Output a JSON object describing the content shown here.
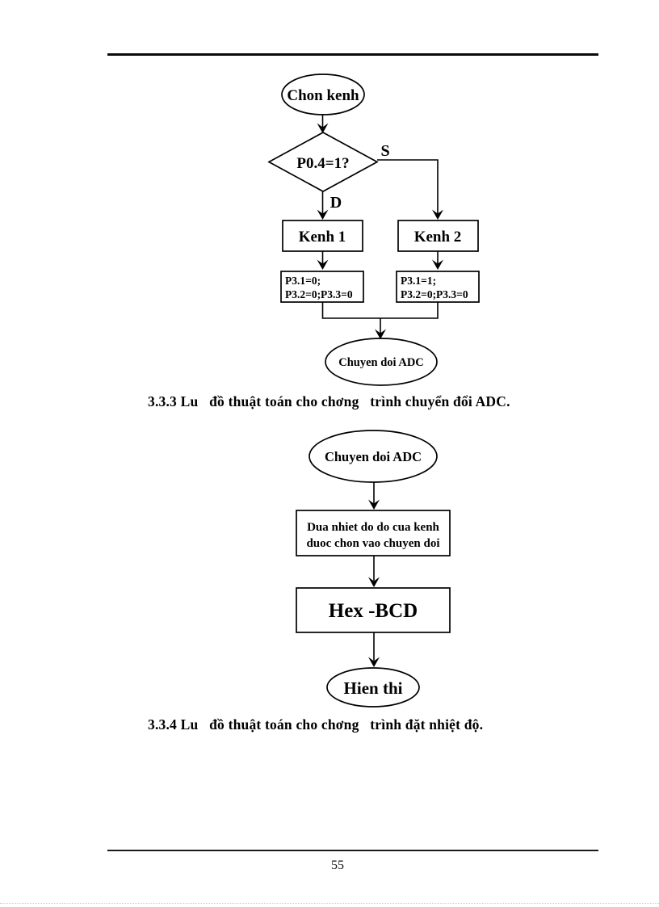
{
  "theme": {
    "paper_color": "#ffffff",
    "ink_color": "#000000"
  },
  "page": {
    "number": "55"
  },
  "flowchart1": {
    "caption": "3.3.3 Lu   đồ thuật toán cho chơng   trình chuyển đổi ADC.",
    "nodes": {
      "start": "Chon kenh",
      "decision": "P0.4=1?",
      "branch_s": "S",
      "branch_d": "D",
      "kenh1": "Kenh 1",
      "kenh2": "Kenh 2",
      "p3_left_line1": "P3.1=0;",
      "p3_left_line2": "P3.2=0;P3.3=0",
      "p3_right_line1": "P3.1=1;",
      "p3_right_line2": "P3.2=0;P3.3=0",
      "end": "Chuyen doi ADC"
    }
  },
  "flowchart2": {
    "caption": "3.3.4 Lu   đồ thuật toán cho chơng   trình đặt nhiệt độ.",
    "nodes": {
      "start": "Chuyen doi ADC",
      "process1_line1": "Dua nhiet do do cua kenh",
      "process1_line2": "duoc chon vao chuyen doi",
      "process2": "Hex -BCD",
      "end": "Hien thi"
    }
  }
}
